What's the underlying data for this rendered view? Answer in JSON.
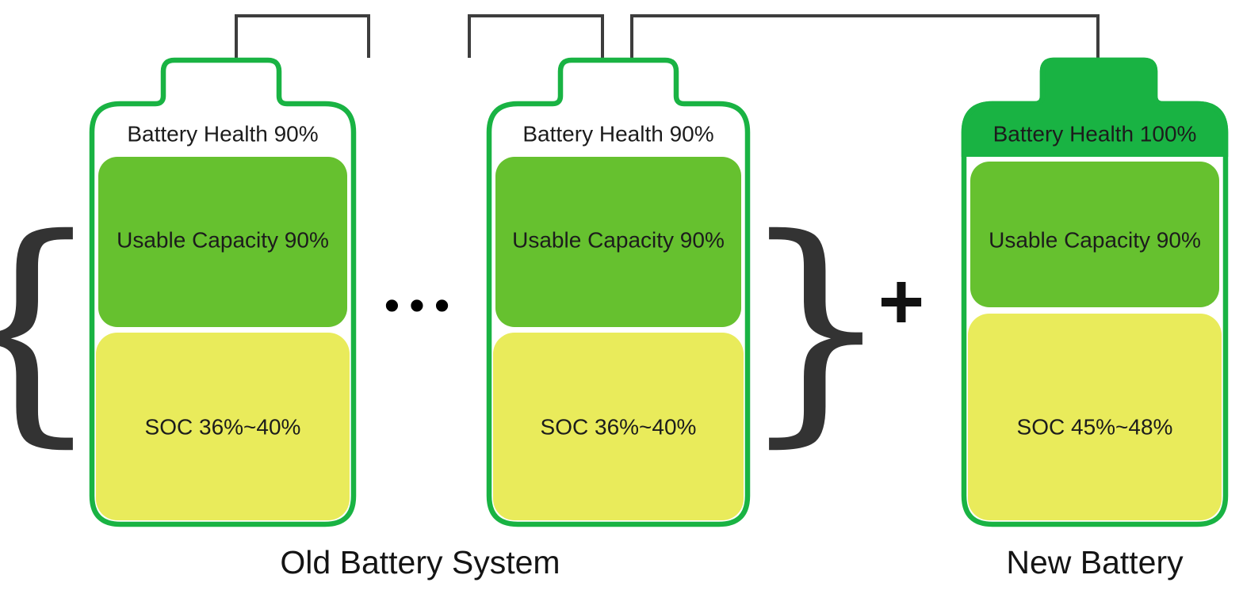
{
  "batteries": [
    {
      "id": "old-battery-1",
      "health_label": "Battery Health 90%",
      "capacity_label": "Usable Capacity 90%",
      "soc_label": "SOC 36%~40%"
    },
    {
      "id": "old-battery-2",
      "health_label": "Battery Health 90%",
      "capacity_label": "Usable Capacity 90%",
      "soc_label": "SOC 36%~40%"
    },
    {
      "id": "new-battery",
      "health_label": "Battery Health 100%",
      "capacity_label": "Usable Capacity 90%",
      "soc_label": "SOC 45%~48%"
    }
  ],
  "captions": {
    "old_system": "Old Battery System",
    "new_battery": "New Battery"
  },
  "operators": {
    "brace_left": "{",
    "brace_right": "}",
    "plus": "+",
    "ellipsis": "•••"
  },
  "colors": {
    "battery_outline_green": "#19b343",
    "new_battery_top_green": "#19b343",
    "usable_capacity_green": "#66c12f",
    "soc_yellow": "#e9eb5b",
    "wire_gray": "#3d3d3d",
    "text_dark": "#1c1c1c"
  }
}
